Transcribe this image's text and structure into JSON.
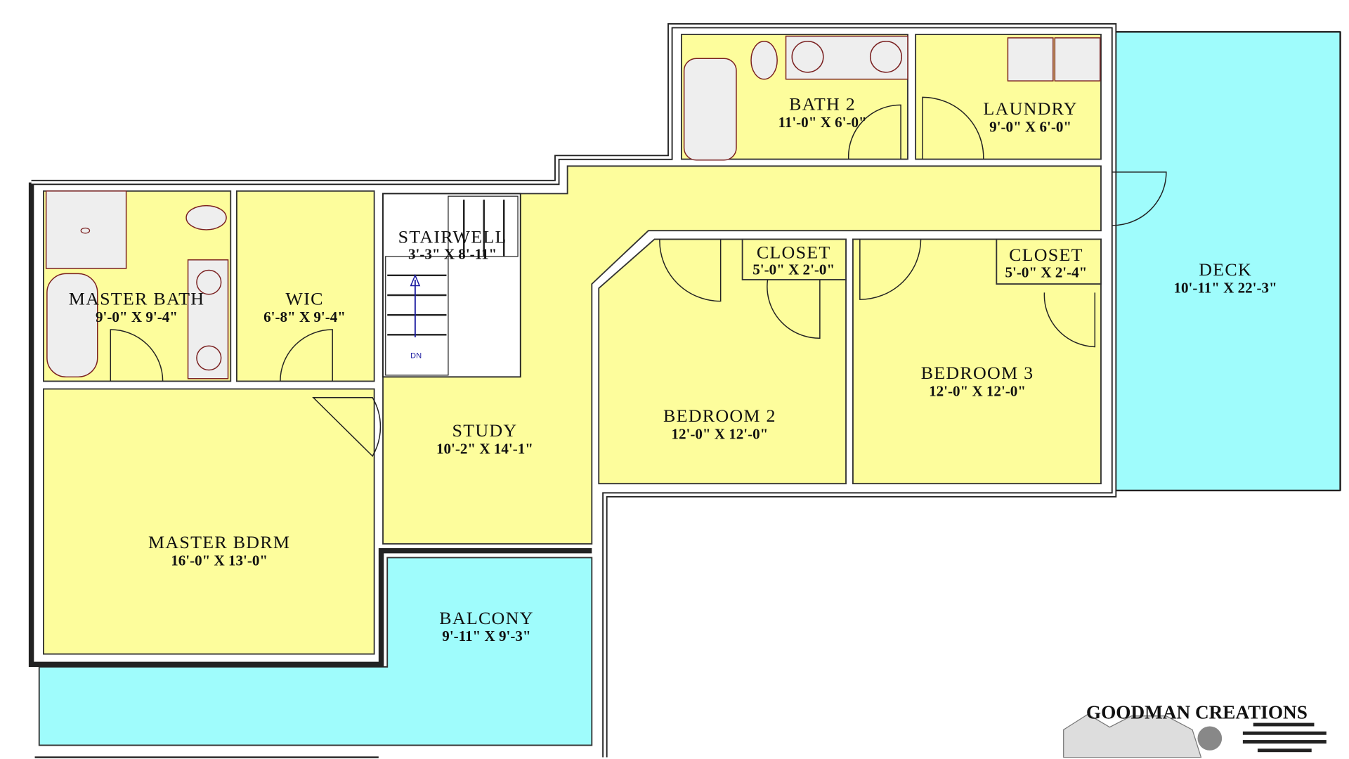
{
  "plan": {
    "rooms": {
      "master_bath": {
        "name": "MASTER BATH",
        "dims": "9'-0\" X 9'-4\""
      },
      "wic": {
        "name": "WIC",
        "dims": "6'-8\" X 9'-4\""
      },
      "stairwell": {
        "name": "STAIRWELL",
        "dims": "3'-3\" X 8'-11\"",
        "stair_label": "DN"
      },
      "study": {
        "name": "STUDY",
        "dims": "10'-2\" X 14'-1\""
      },
      "master_bdrm": {
        "name": "MASTER BDRM",
        "dims": "16'-0\" X 13'-0\""
      },
      "balcony": {
        "name": "BALCONY",
        "dims": "9'-11\" X 9'-3\""
      },
      "bath2": {
        "name": "BATH 2",
        "dims": "11'-0\" X 6'-0\""
      },
      "laundry": {
        "name": "LAUNDRY",
        "dims": "9'-0\" X 6'-0\""
      },
      "closet1": {
        "name": "CLOSET",
        "dims": "5'-0\" X 2'-0\""
      },
      "closet2": {
        "name": "CLOSET",
        "dims": "5'-0\" X 2'-4\""
      },
      "bedroom2": {
        "name": "BEDROOM 2",
        "dims": "12'-0\" X 12'-0\""
      },
      "bedroom3": {
        "name": "BEDROOM 3",
        "dims": "12'-0\" X 12'-0\""
      },
      "deck": {
        "name": "DECK",
        "dims": "10'-11\" X 22'-3\""
      }
    },
    "colors": {
      "interior": "#fdfd9c",
      "exterior": "#9ffcfc"
    }
  },
  "logo": {
    "title": "GOODMAN CREATIONS"
  }
}
